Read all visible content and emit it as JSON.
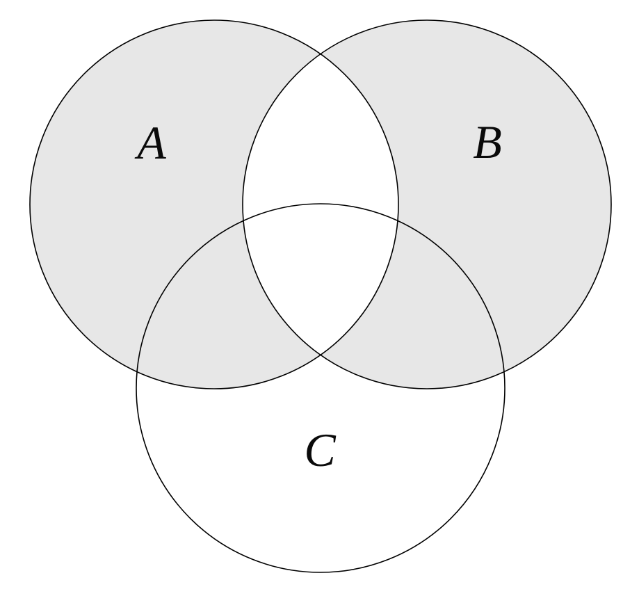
{
  "figure": {
    "title": "Three-set Venn diagram with symmetric difference of A and B shaded",
    "sets": [
      {
        "label": "A",
        "shaded": true
      },
      {
        "label": "B",
        "shaded": true
      },
      {
        "label": "C",
        "shaded": false
      }
    ],
    "regions": {
      "A_only": "shaded",
      "B_only": "shaded",
      "C_only": "unshaded",
      "A_and_B_only": "unshaded",
      "A_and_C_only": "shaded",
      "B_and_C_only": "shaded",
      "A_and_B_and_C": "unshaded"
    },
    "shaded_region_expression": "(A ∪ B) ∖ (A ∩ B)",
    "colors": {
      "shade": "#e7e7e7",
      "stroke": "#000000",
      "background": "#ffffff"
    }
  }
}
